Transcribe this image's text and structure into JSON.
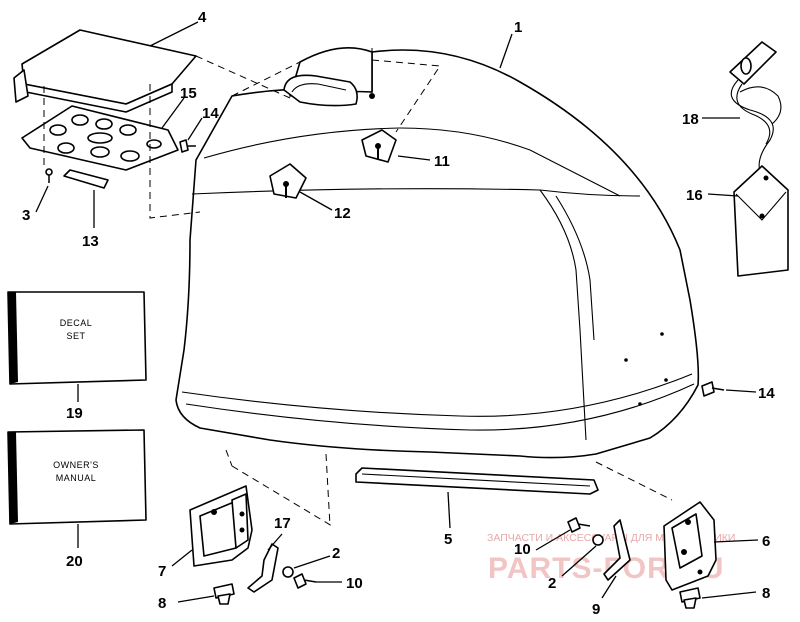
{
  "diagram": {
    "callouts": [
      "1",
      "2",
      "3",
      "4",
      "5",
      "6",
      "7",
      "8",
      "9",
      "10",
      "11",
      "12",
      "13",
      "14",
      "15",
      "16",
      "17",
      "18",
      "19",
      "20"
    ],
    "callout_2": "2",
    "callout_8": "8",
    "callout_10": "10",
    "callout_14": "14",
    "boxes": {
      "decal": {
        "line1": "DECAL",
        "line2": "SET"
      },
      "manual": {
        "line1": "OWNER'S",
        "line2": "MANUAL"
      }
    }
  },
  "watermark": {
    "line": "ЗАПЧАСТИ И АКСЕССУАРЫ ДЛЯ МОТОТЕХНИКИ",
    "brand": "PARTS-FOR.RU"
  }
}
